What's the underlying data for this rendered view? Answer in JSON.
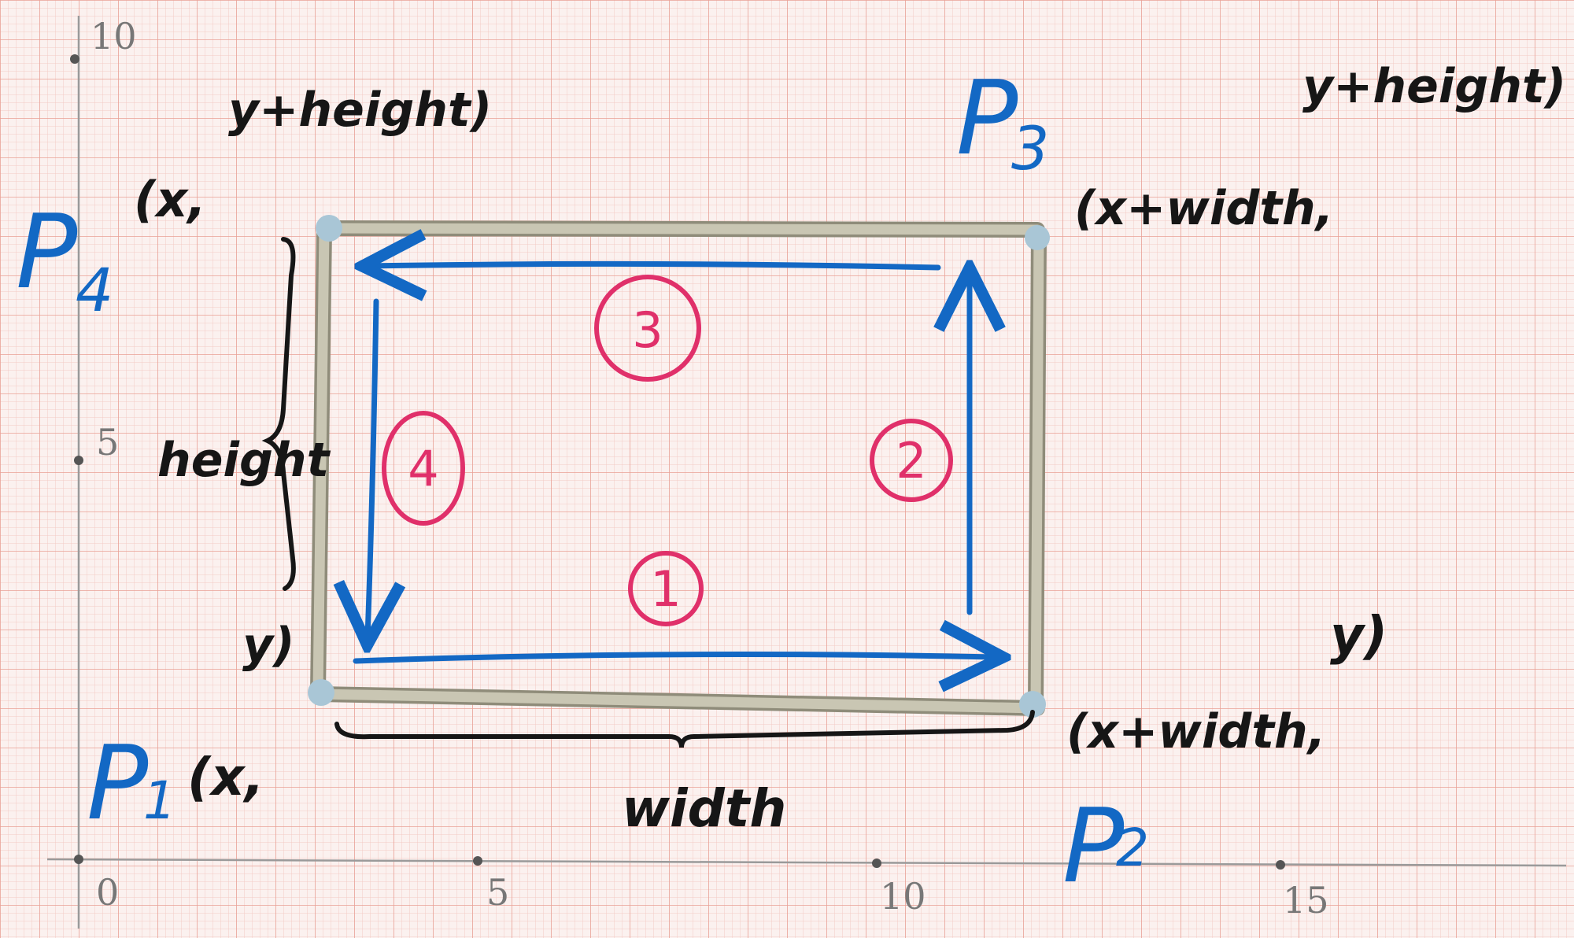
{
  "axes": {
    "x_ticks": [
      "0",
      "5",
      "10",
      "15"
    ],
    "y_ticks": [
      "5",
      "10"
    ]
  },
  "points": {
    "p1": {
      "label_main": "P",
      "label_sub": "1",
      "coord_top": "",
      "coord_bottom": "(x,",
      "coord_second": "y)"
    },
    "p2": {
      "label_main": "P",
      "label_sub": "2",
      "coord_top": "y)",
      "coord_bottom": "(x+width,"
    },
    "p3": {
      "label_main": "P",
      "label_sub": "3",
      "coord_top": "y+height)",
      "coord_bottom": "(x+width,"
    },
    "p4": {
      "label_main": "P",
      "label_sub": "4",
      "coord_top": "y+height)",
      "coord_bottom": "(x,"
    }
  },
  "dimensions": {
    "width_label": "width",
    "height_label": "height"
  },
  "steps": [
    "1",
    "2",
    "3",
    "4"
  ],
  "colors": {
    "paper": "#fbf1ef",
    "grid_minor": "#f2c4bc",
    "grid_major": "#e89a8e",
    "ink_blue": "#1368c4",
    "ink_black": "#161616",
    "ink_pink": "#e0306a",
    "stick": "#b8b5a2"
  }
}
